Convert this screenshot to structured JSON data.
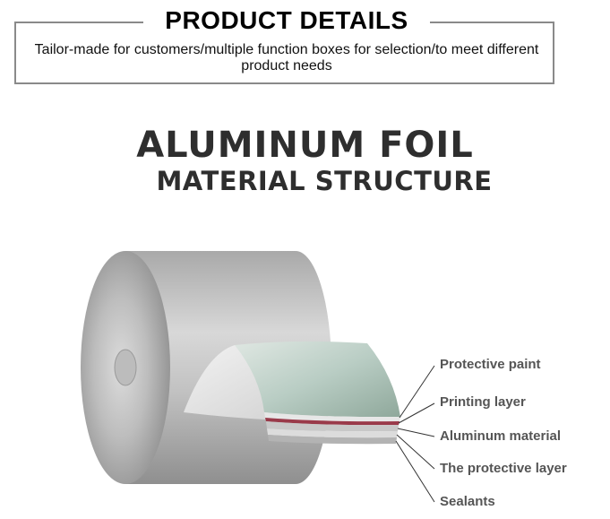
{
  "header": {
    "title": "PRODUCT DETAILS",
    "subtitle": "Tailor-made for customers/multiple function boxes for selection/to meet different product needs"
  },
  "heading": {
    "line1": "ALUMINUM FOIL",
    "line2": "MATERIAL STRUCTURE"
  },
  "layers": [
    "Protective paint",
    "Printing layer",
    "Aluminum material",
    "The protective layer",
    "Sealants"
  ],
  "colors": {
    "protective_paint": "#b9cdc4",
    "printing_layer": "#9a3a4a",
    "aluminum": "#c8c8c8"
  }
}
